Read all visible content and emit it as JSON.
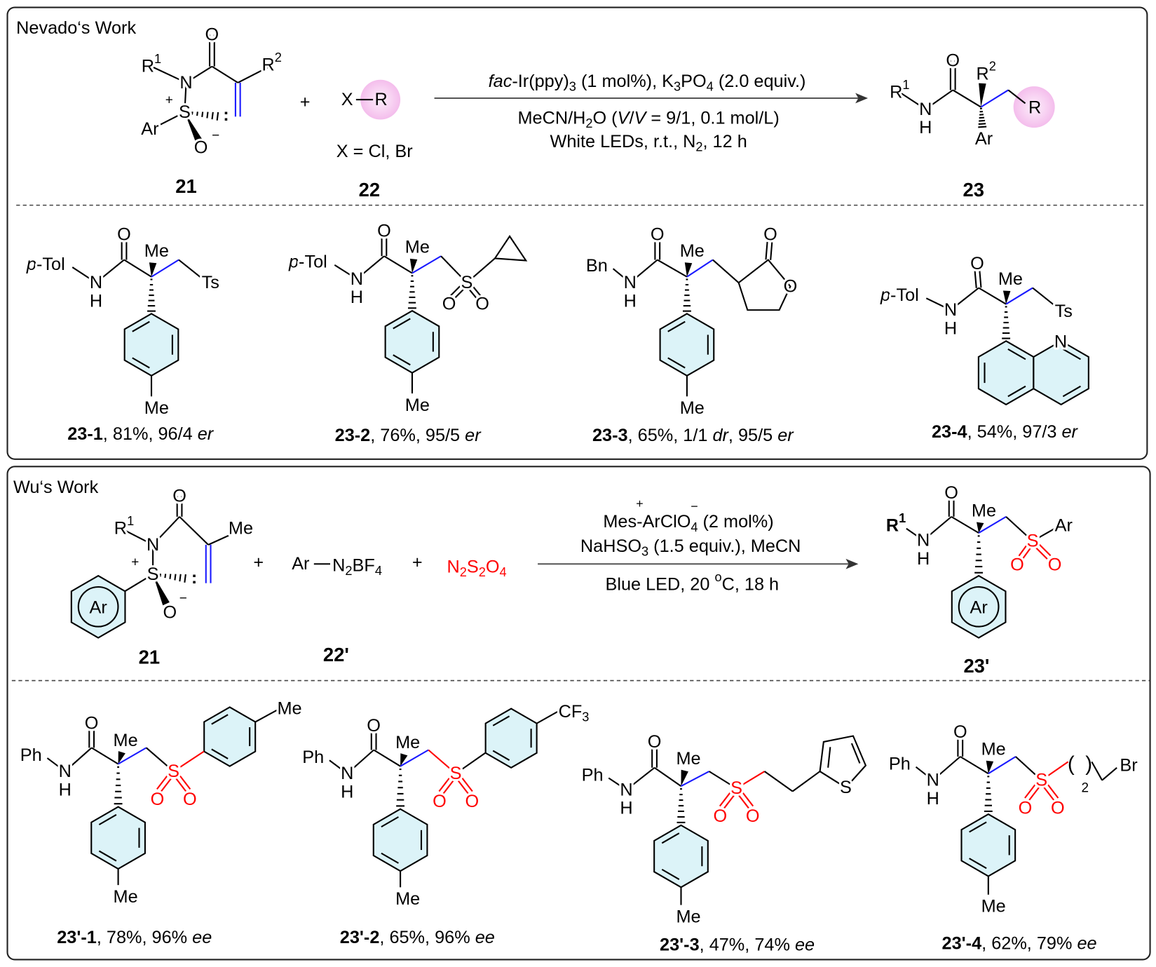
{
  "colors": {
    "bond": "#000000",
    "blue": "#1a1aff",
    "red": "#ff0000",
    "ring_fill": "#dcf3f8",
    "r_circle": "#f6c8f0",
    "frame": "#222222"
  },
  "atoms": {
    "O": "O",
    "N": "N",
    "H": "H",
    "Me": "Me",
    "S": "S",
    "Ts": "Ts",
    "Ar": "Ar",
    "R": "R",
    "X": "X",
    "Ph": "Ph",
    "Bn": "Bn",
    "Br": "Br",
    "plus": "+",
    "minus": "−",
    "colon": ":",
    "open": "(",
    "close": ")",
    "two": "2",
    "R1": [
      {
        "t": "R"
      },
      {
        "t": "1",
        "sup": 1
      }
    ],
    "R1_bold": [
      {
        "t": "R",
        "b": 1
      },
      {
        "t": "1",
        "sup": 1,
        "b": 1
      }
    ],
    "R2": [
      {
        "t": "R"
      },
      {
        "t": "2",
        "sup": 1
      }
    ],
    "pTol": [
      {
        "t": "p",
        "i": 1
      },
      {
        "t": "-Tol"
      }
    ],
    "CF3": [
      {
        "t": "CF"
      },
      {
        "t": "3",
        "sub": 1
      }
    ]
  },
  "nevado": {
    "title": "Nevado‘s Work",
    "reactant_label": "21",
    "reagent_label": "22",
    "product_label": "23",
    "reagent_note": "X = Cl, Br",
    "plus": "+",
    "conditions": {
      "above": [
        {
          "t": "fac",
          "i": 1
        },
        {
          "t": "-Ir(ppy)"
        },
        {
          "t": "3",
          "sub": 1
        },
        {
          "t": " (1 mol%), K"
        },
        {
          "t": "3",
          "sub": 1
        },
        {
          "t": "PO"
        },
        {
          "t": "4",
          "sub": 1
        },
        {
          "t": " (2.0 equiv.)"
        }
      ],
      "below1": [
        {
          "t": "MeCN/H"
        },
        {
          "t": "2",
          "sub": 1
        },
        {
          "t": "O ("
        },
        {
          "t": "V",
          "i": 1
        },
        {
          "t": "/"
        },
        {
          "t": "V",
          "i": 1
        },
        {
          "t": " = 9/1, 0.1 mol/L)"
        }
      ],
      "below2": [
        {
          "t": "White LEDs, r.t., N"
        },
        {
          "t": "2",
          "sub": 1
        },
        {
          "t": ", 12 h"
        }
      ]
    },
    "examples": [
      {
        "caption": [
          {
            "t": "23-1",
            "b": 1
          },
          {
            "t": ", 81%, 96/4 "
          },
          {
            "t": "er",
            "i": 1
          }
        ]
      },
      {
        "caption": [
          {
            "t": "23-2",
            "b": 1
          },
          {
            "t": ", 76%, 95/5 "
          },
          {
            "t": "er",
            "i": 1
          }
        ]
      },
      {
        "caption": [
          {
            "t": "23-3",
            "b": 1
          },
          {
            "t": ", 65%, 1/1 "
          },
          {
            "t": "dr",
            "i": 1
          },
          {
            "t": ", 95/5 "
          },
          {
            "t": "er",
            "i": 1
          }
        ]
      },
      {
        "caption": [
          {
            "t": "23-4",
            "b": 1
          },
          {
            "t": ", 54%, 97/3 "
          },
          {
            "t": "er",
            "i": 1
          }
        ]
      }
    ]
  },
  "wu": {
    "title": "Wu‘s Work",
    "reactant_label": "21",
    "reagent_label": "22'",
    "product_label": "23'",
    "plus": "+",
    "diazonium": [
      {
        "t": "N"
      },
      {
        "t": "2",
        "sub": 1
      },
      {
        "t": "BF"
      },
      {
        "t": "4",
        "sub": 1
      }
    ],
    "so2_source": [
      {
        "t": "N"
      },
      {
        "t": "2",
        "sub": 1
      },
      {
        "t": "S"
      },
      {
        "t": "2",
        "sub": 1
      },
      {
        "t": "O"
      },
      {
        "t": "4",
        "sub": 1
      }
    ],
    "conditions": {
      "above1": [
        {
          "t": "Mes-ArClO"
        },
        {
          "t": "4",
          "sub": 1
        },
        {
          "t": "  (2 mol%)"
        }
      ],
      "above2": [
        {
          "t": "NaHSO"
        },
        {
          "t": "3",
          "sub": 1
        },
        {
          "t": " (1.5 equiv.), MeCN"
        }
      ],
      "below": [
        {
          "t": "Blue LED, 20 "
        },
        {
          "t": "o",
          "sup": 1
        },
        {
          "t": "C, 18 h"
        }
      ]
    },
    "examples": [
      {
        "caption": [
          {
            "t": "23'-1",
            "b": 1
          },
          {
            "t": ", 78%, 96% "
          },
          {
            "t": "ee",
            "i": 1
          }
        ]
      },
      {
        "caption": [
          {
            "t": "23'-2",
            "b": 1
          },
          {
            "t": ", 65%, 96% "
          },
          {
            "t": "ee",
            "i": 1
          }
        ]
      },
      {
        "caption": [
          {
            "t": "23'-3",
            "b": 1
          },
          {
            "t": ", 47%, 74% "
          },
          {
            "t": "ee",
            "i": 1
          }
        ]
      },
      {
        "caption": [
          {
            "t": "23'-4",
            "b": 1
          },
          {
            "t": ", 62%, 79% "
          },
          {
            "t": "ee",
            "i": 1
          }
        ]
      }
    ]
  }
}
